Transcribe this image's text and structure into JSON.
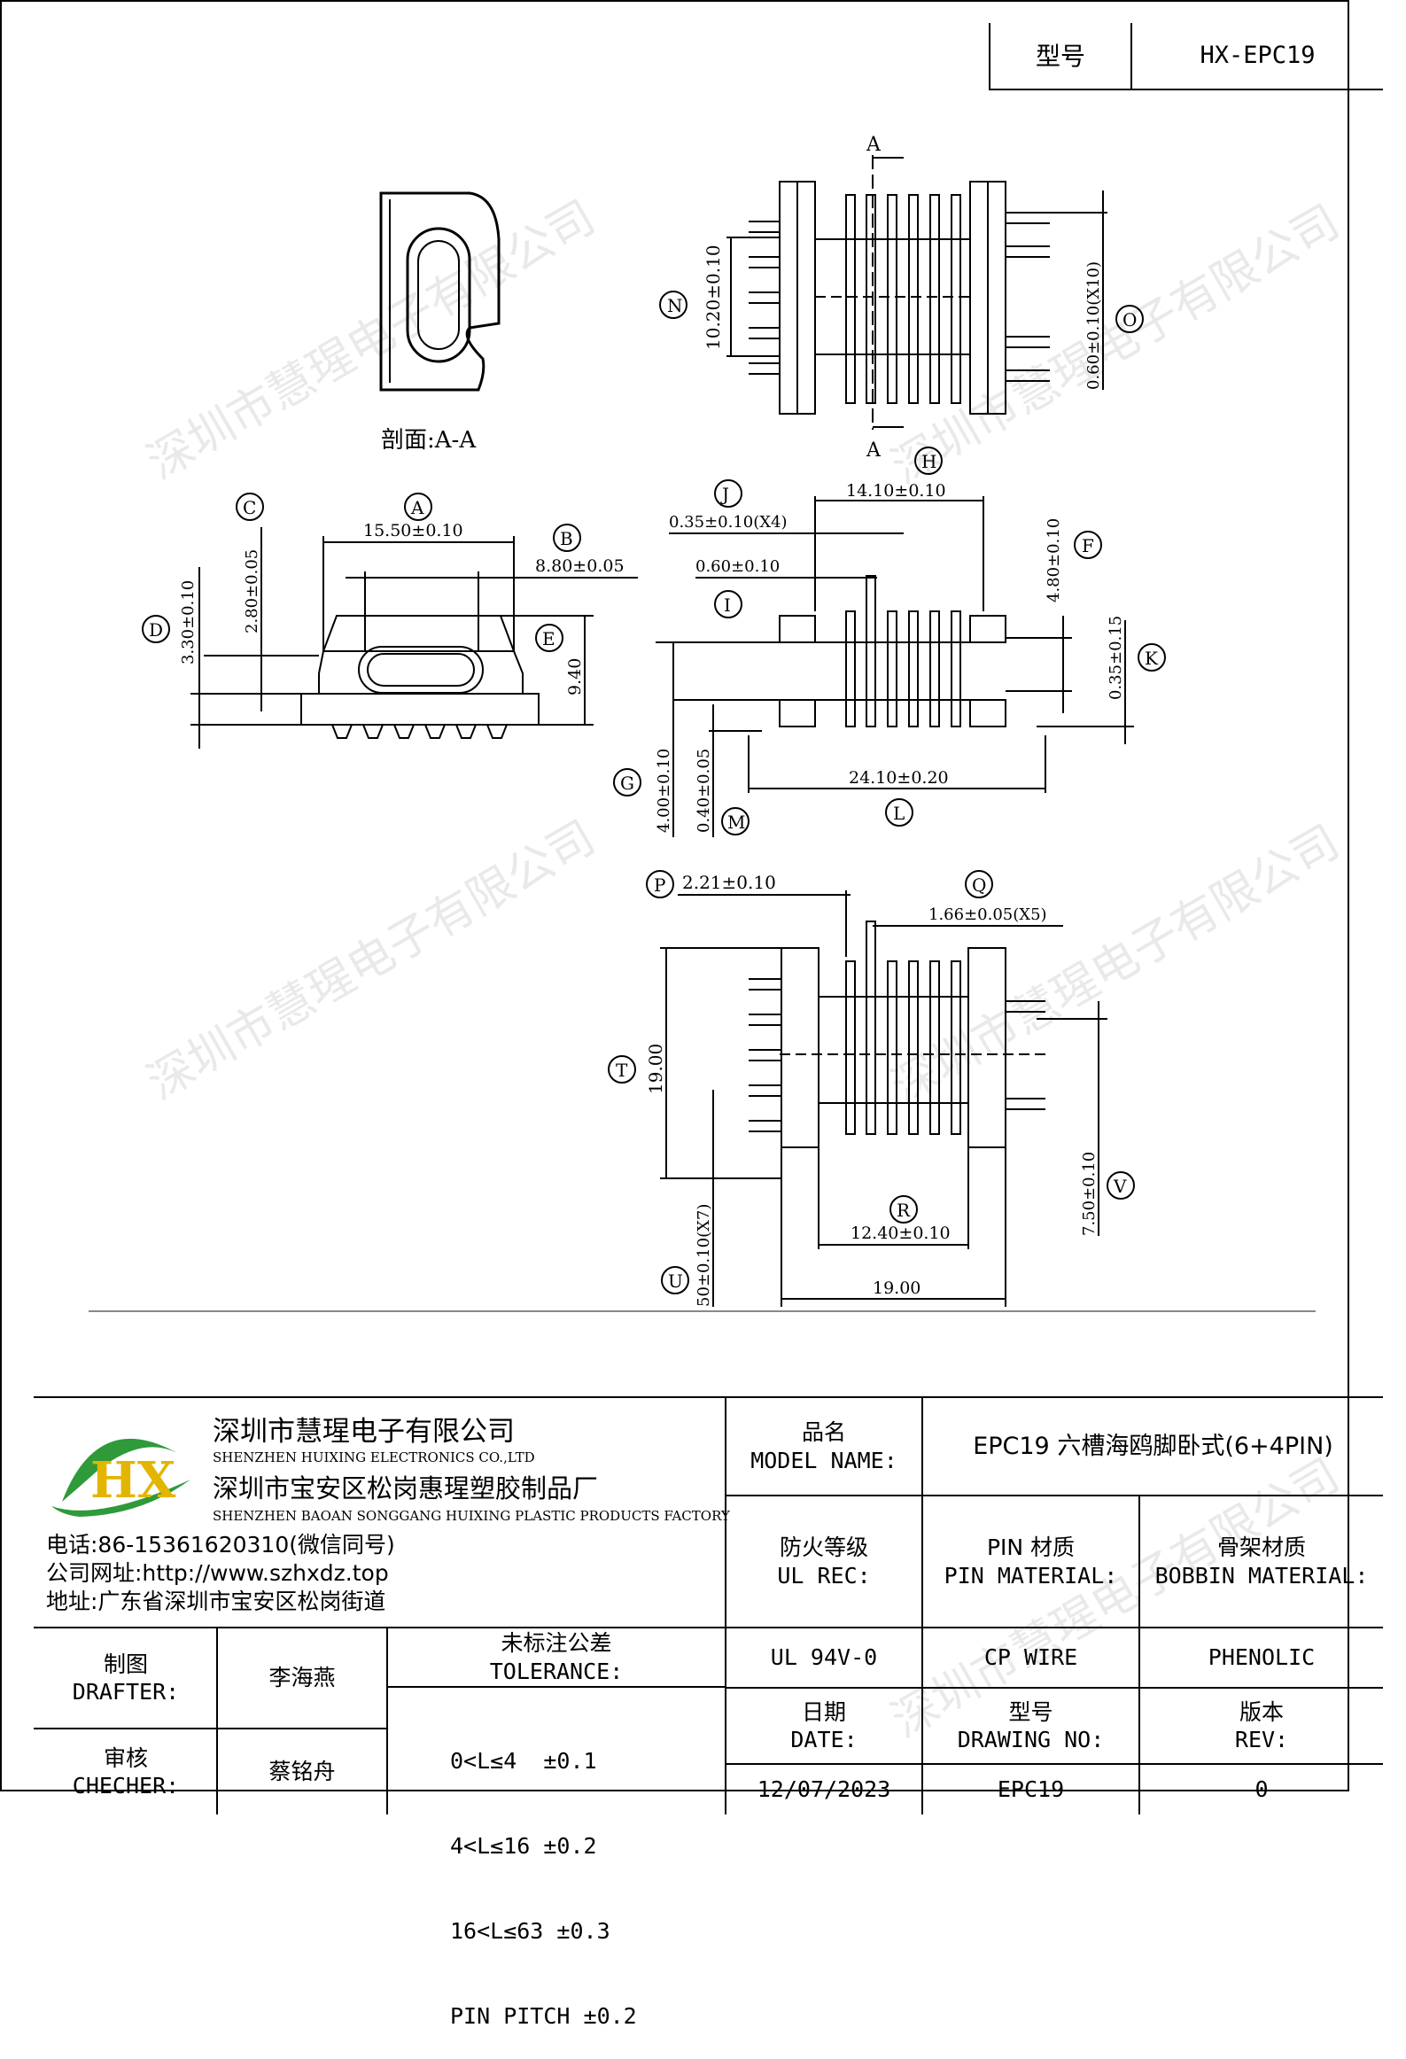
{
  "header": {
    "model_label": "型号",
    "model_value": "HX-EPC19"
  },
  "watermark": "深圳市慧瑆电子有限公司",
  "drawing": {
    "section_label": "剖面:A-A",
    "section_mark": "A",
    "letters": [
      "A",
      "B",
      "C",
      "D",
      "E",
      "F",
      "G",
      "H",
      "I",
      "J",
      "K",
      "L",
      "M",
      "N",
      "O",
      "P",
      "Q",
      "R",
      "T",
      "U",
      "V"
    ],
    "dims": {
      "A": "15.50±0.10",
      "B": "8.80±0.05",
      "C": "2.80±0.05",
      "D": "3.30±0.10",
      "E": "9.40",
      "F": "4.80±0.10",
      "G": "4.00±0.10",
      "H": "14.10±0.10",
      "I": "0.60±0.10",
      "J": "0.35±0.10(X4)",
      "K": "0.35±0.15",
      "L": "24.10±0.20",
      "M": "0.40±0.05",
      "N": "10.20±0.10",
      "O": "0.60±0.10(X10)",
      "P": "2.21±0.10",
      "Q": "1.66±0.05(X5)",
      "R": "12.40±0.10",
      "T": "19.00",
      "U": "50±0.10(X7)",
      "V": "7.50±0.10",
      "W": "19.00"
    }
  },
  "company": {
    "logo_text": "HX",
    "name_cn": "深圳市慧瑆电子有限公司",
    "name_en": "SHENZHEN HUIXING ELECTRONICS CO.,LTD",
    "factory_cn": "深圳市宝安区松岗惠瑆塑胶制品厂",
    "factory_en": "SHENZHEN BAOAN SONGGANG HUIXING PLASTIC PRODUCTS FACTORY",
    "phone": "电话:86-15361620310(微信同号)",
    "website": "公司网址:http://www.szhxdz.top",
    "address": "地址:广东省深圳市宝安区松岗街道"
  },
  "title_block": {
    "product_name_label_cn": "品名",
    "product_name_label_en": "MODEL NAME:",
    "product_name_value": "EPC19 六槽海鸥脚卧式(6+4PIN)",
    "fire_label_cn": "防火等级",
    "fire_label_en": "UL REC:",
    "pin_label_cn": "PIN 材质",
    "pin_label_en": "PIN MATERIAL:",
    "bobbin_label_cn": "骨架材质",
    "bobbin_label_en": "BOBBIN MATERIAL:",
    "fire_value": "UL 94V-0",
    "pin_value": "CP WIRE",
    "bobbin_value": "PHENOLIC",
    "date_label_cn": "日期",
    "date_label_en": "DATE:",
    "drawing_no_label_cn": "型号",
    "drawing_no_label_en": "DRAWING NO:",
    "rev_label_cn": "版本",
    "rev_label_en": "REV:",
    "date_value": "12/07/2023",
    "drawing_no_value": "EPC19",
    "rev_value": "0",
    "drafter_label_cn": "制图",
    "drafter_label_en": "DRAFTER:",
    "drafter_value": "李海燕",
    "checker_label_cn": "审核",
    "checker_label_en": "CHECHER:",
    "checker_value": "蔡铭舟",
    "tolerance_label_cn": "未标注公差",
    "tolerance_label_en": "TOLERANCE:",
    "tolerances": [
      "0<L≤4  ±0.1",
      "4<L≤16 ±0.2",
      "16<L≤63 ±0.3",
      "PIN PITCH ±0.2"
    ]
  }
}
